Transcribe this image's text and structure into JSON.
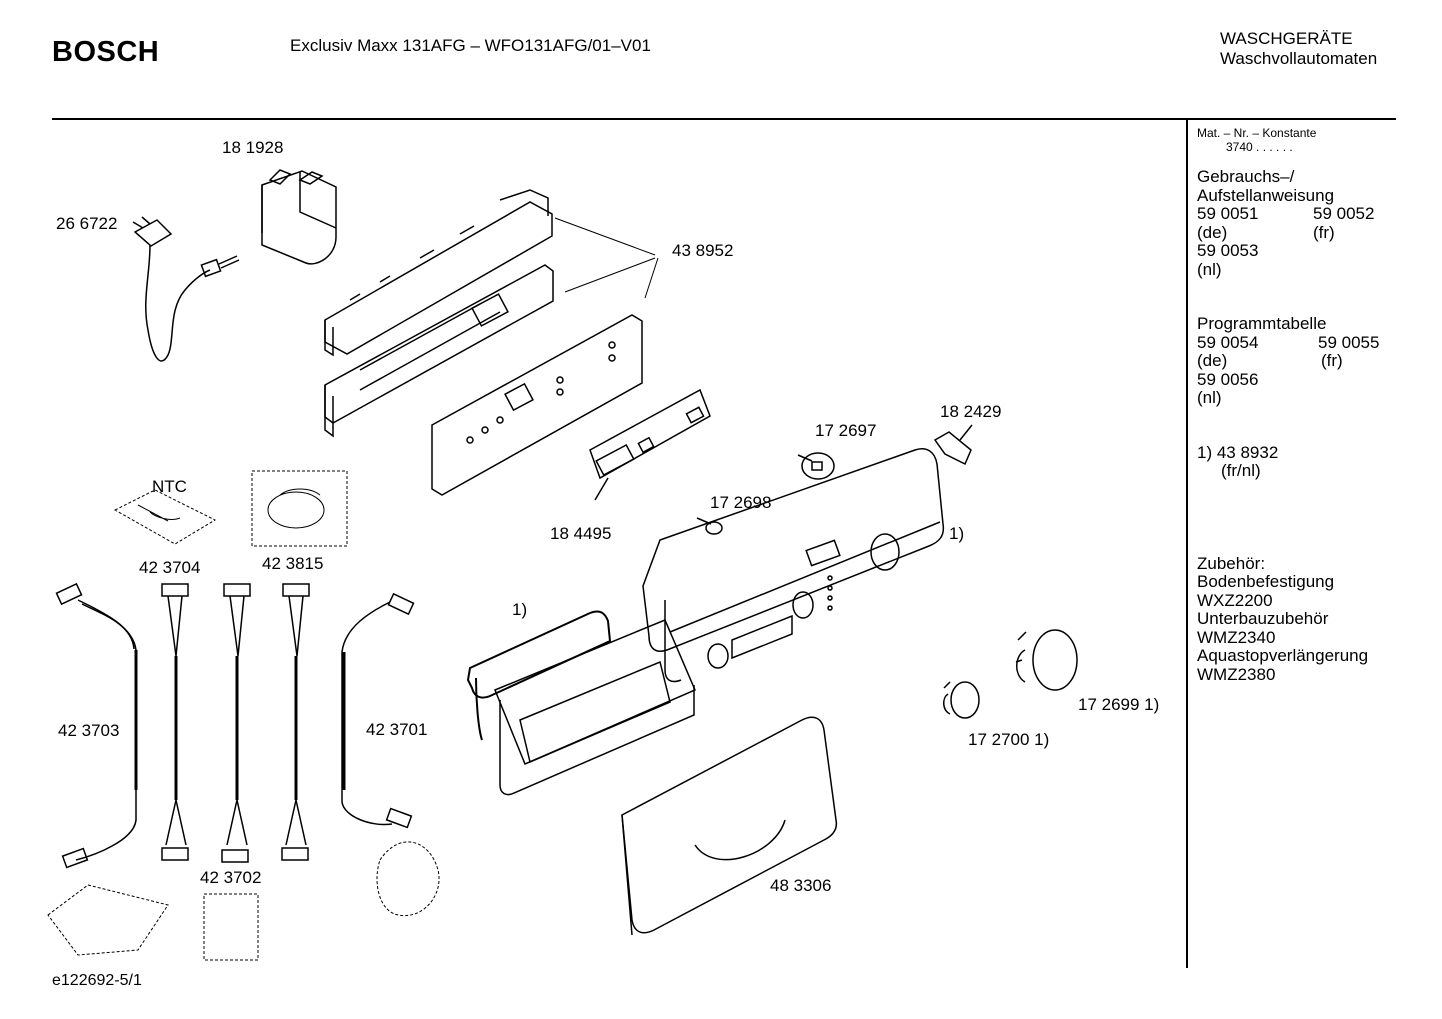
{
  "header": {
    "brand": "BOSCH",
    "model": "Exclusiv Maxx 131AFG – WFO131AFG/01–V01",
    "category_line1": "WASCHGERÄTE",
    "category_line2": "Waschvollautomaten"
  },
  "footer_code": "e122692-5/1",
  "sidebar": {
    "mat_label": "Mat. – Nr. – Konstante",
    "mat_value": "3740 . . . . . .",
    "manual_title_1": "Gebrauchs–/",
    "manual_title_2": "Aufstellanweisung",
    "manual_num_1": "59 0051",
    "manual_num_2": "59 0052",
    "manual_lang_1": "(de)",
    "manual_lang_2": "(fr)",
    "manual_num_3": "59 0053",
    "manual_lang_3": "(nl)",
    "prog_title": "Programmtabelle",
    "prog_num_1": "59 0054",
    "prog_num_2": "59 0055",
    "prog_lang_1": "(de)",
    "prog_lang_2": "(fr)",
    "prog_num_3": "59 0056",
    "prog_lang_3": "(nl)",
    "note_num": "1) 43 8932",
    "note_lang": "(fr/nl)",
    "acc_title": "Zubehör:",
    "acc_1": "Bodenbefestigung",
    "acc_1_code": "WXZ2200",
    "acc_2": "Unterbauzubehör",
    "acc_2_code": "WMZ2340",
    "acc_3": "Aquastopverlängerung",
    "acc_3_code": "WMZ2380"
  },
  "parts": {
    "p181928": "18 1928",
    "p266722": "26 6722",
    "p438952": "43 8952",
    "p182429": "18 2429",
    "p172697": "17 2697",
    "p172698": "17 2698",
    "p184495": "18 4495",
    "note1_panel": "1)",
    "note1_gasket": "1)",
    "ntc": "NTC",
    "p423704": "42 3704",
    "p423815": "42 3815",
    "p423703": "42 3703",
    "p423701": "42 3701",
    "p423702": "42 3702",
    "p172699": "17 2699 1)",
    "p172700": "17 2700 1)",
    "p483306": "48 3306"
  }
}
